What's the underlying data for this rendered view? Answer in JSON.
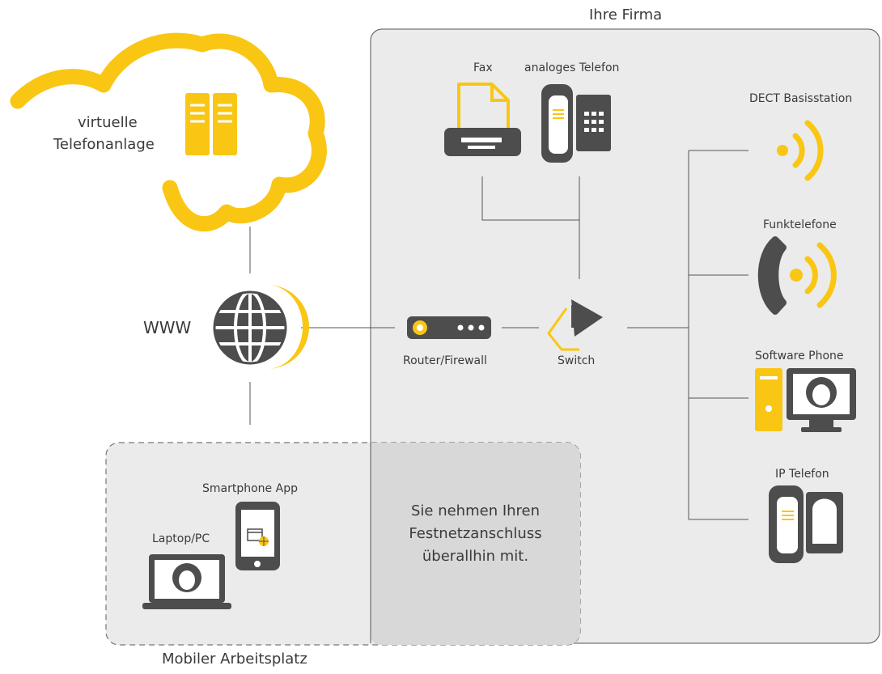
{
  "colors": {
    "accent": "#f9c614",
    "icon_dark": "#4d4d4d",
    "panel_fill": "#ebebeb",
    "overlap_fill": "#d8d8d8",
    "line": "#555555"
  },
  "labels": {
    "company": "Ihre Firma",
    "cloud_line1": "virtuelle",
    "cloud_line2": "Telefonanlage",
    "www": "WWW",
    "fax": "Fax",
    "analog_phone": "analoges Telefon",
    "dect": "DECT Basisstation",
    "cordless": "Funktelefone",
    "software_phone": "Software Phone",
    "ip_phone": "IP Telefon",
    "router": "Router/Firewall",
    "switch": "Switch",
    "smartphone_app": "Smartphone App",
    "laptop": "Laptop/PC",
    "message_line1": "Sie nehmen Ihren",
    "message_line2": "Festnetzanschluss",
    "message_line3": "überallhin mit.",
    "mobile_workplace": "Mobiler Arbeitsplatz"
  },
  "icons": [
    "cloud-icon",
    "server-icon",
    "globe-icon",
    "fax-icon",
    "desk-phone-icon",
    "dect-base-icon",
    "cordless-phone-icon",
    "software-phone-icon",
    "ip-phone-icon",
    "router-icon",
    "switch-icon",
    "smartphone-icon",
    "laptop-icon"
  ]
}
